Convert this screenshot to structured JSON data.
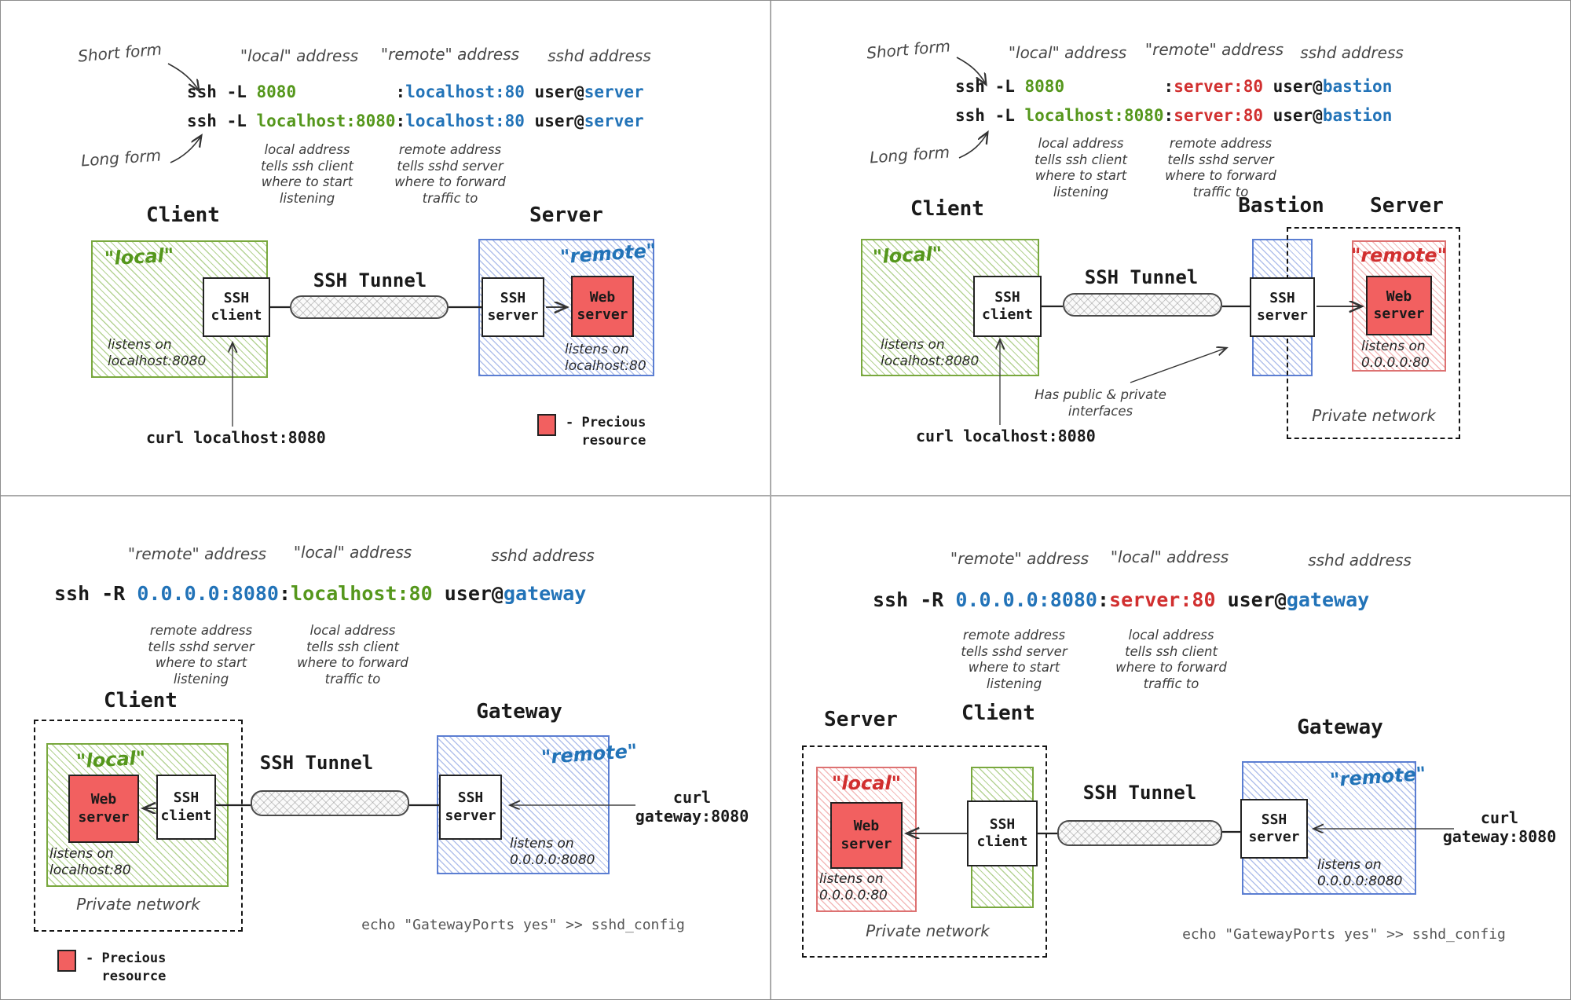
{
  "colors": {
    "green": "#55971c",
    "blue": "#2273b8",
    "red": "#d12f2f",
    "ink": "#1a1a1a",
    "web_server_fill": "#f26060"
  },
  "tl": {
    "short_form": "Short form",
    "long_form": "Long form",
    "labels": {
      "local": "\"local\" address",
      "remote": "\"remote\" address",
      "sshd": "sshd address"
    },
    "cmd_short": {
      "base": "ssh -L ",
      "local": "8080",
      "pad": "          ",
      "colon": ":",
      "remote": "localhost:80",
      "at": " user@",
      "host": "server"
    },
    "cmd_long": {
      "base": "ssh -L ",
      "local": "localhost:8080",
      "colon": ":",
      "remote": "localhost:80",
      "at": " user@",
      "host": "server"
    },
    "ann_local": "local address\ntells ssh client\nwhere to start\nlistening",
    "ann_remote": "remote address\ntells sshd server\nwhere to forward\ntraffic to",
    "titles": {
      "client": "Client",
      "server": "Server"
    },
    "tunnel": "SSH Tunnel",
    "tags": {
      "local": "\"local\"",
      "remote": "\"remote\""
    },
    "boxes": {
      "ssh_client": "SSH\nclient",
      "ssh_server": "SSH\nserver",
      "web_server": "Web\nserver"
    },
    "notes": {
      "client_listen": "listens on\nlocalhost:8080",
      "web_listen": "listens on\nlocalhost:80"
    },
    "curl": "curl localhost:8080",
    "legend": "- Precious\n  resource"
  },
  "tr": {
    "short_form": "Short form",
    "long_form": "Long form",
    "labels": {
      "local": "\"local\" address",
      "remote": "\"remote\" address",
      "sshd": "sshd address"
    },
    "cmd_short": {
      "base": "ssh -L ",
      "local": "8080",
      "pad": "          ",
      "colon": ":",
      "remote": "server:80",
      "at": " user@",
      "host": "bastion"
    },
    "cmd_long": {
      "base": "ssh -L ",
      "local": "localhost:8080",
      "colon": ":",
      "remote": "server:80",
      "at": " user@",
      "host": "bastion"
    },
    "ann_local": "local address\ntells ssh client\nwhere to start\nlistening",
    "ann_remote": "remote address\ntells sshd server\nwhere to forward\ntraffic to",
    "titles": {
      "client": "Client",
      "bastion": "Bastion",
      "server": "Server"
    },
    "tunnel": "SSH Tunnel",
    "tags": {
      "local": "\"local\"",
      "remote": "\"remote\""
    },
    "boxes": {
      "ssh_client": "SSH\nclient",
      "ssh_server": "SSH\nserver",
      "web_server": "Web\nserver"
    },
    "notes": {
      "client_listen": "listens on\nlocalhost:8080",
      "web_listen": "listens on\n0.0.0.0:80",
      "bastion": "Has public & private\ninterfaces",
      "private": "Private network"
    },
    "curl": "curl localhost:8080"
  },
  "bl": {
    "labels": {
      "remote": "\"remote\" address",
      "local": "\"local\" address",
      "sshd": "sshd address"
    },
    "cmd": {
      "base": "ssh -R ",
      "remote": "0.0.0.0:8080",
      "colon": ":",
      "local": "localhost:80",
      "at": " user@",
      "host": "gateway"
    },
    "ann_remote": "remote address\ntells sshd server\nwhere to start\nlistening",
    "ann_local": "local address\ntells ssh client\nwhere to forward\ntraffic to",
    "titles": {
      "client": "Client",
      "gateway": "Gateway"
    },
    "tunnel": "SSH Tunnel",
    "tags": {
      "local": "\"local\"",
      "remote": "\"remote\""
    },
    "boxes": {
      "ssh_client": "SSH\nclient",
      "ssh_server": "SSH\nserver",
      "web_server": "Web\nserver"
    },
    "notes": {
      "web_listen": "listens on\nlocalhost:80",
      "server_listen": "listens on\n0.0.0.0:8080",
      "private": "Private network"
    },
    "curl": "curl\ngateway:8080",
    "echo": "echo \"GatewayPorts yes\" >> sshd_config",
    "legend": "- Precious\n  resource"
  },
  "br": {
    "labels": {
      "remote": "\"remote\" address",
      "local": "\"local\" address",
      "sshd": "sshd address"
    },
    "cmd": {
      "base": "ssh -R ",
      "remote": "0.0.0.0:8080",
      "colon": ":",
      "local": "server:80",
      "at": " user@",
      "host": "gateway"
    },
    "ann_remote": "remote address\ntells sshd server\nwhere to start\nlistening",
    "ann_local": "local address\ntells ssh client\nwhere to forward\ntraffic to",
    "titles": {
      "server": "Server",
      "client": "Client",
      "gateway": "Gateway"
    },
    "tunnel": "SSH Tunnel",
    "tags": {
      "local": "\"local\"",
      "remote": "\"remote\""
    },
    "boxes": {
      "ssh_client": "SSH\nclient",
      "ssh_server": "SSH\nserver",
      "web_server": "Web\nserver"
    },
    "notes": {
      "web_listen": "listens on\n0.0.0.0:80",
      "server_listen": "listens on\n0.0.0.0:8080",
      "private": "Private network"
    },
    "curl": "curl\ngateway:8080",
    "echo": "echo \"GatewayPorts yes\" >> sshd_config"
  }
}
